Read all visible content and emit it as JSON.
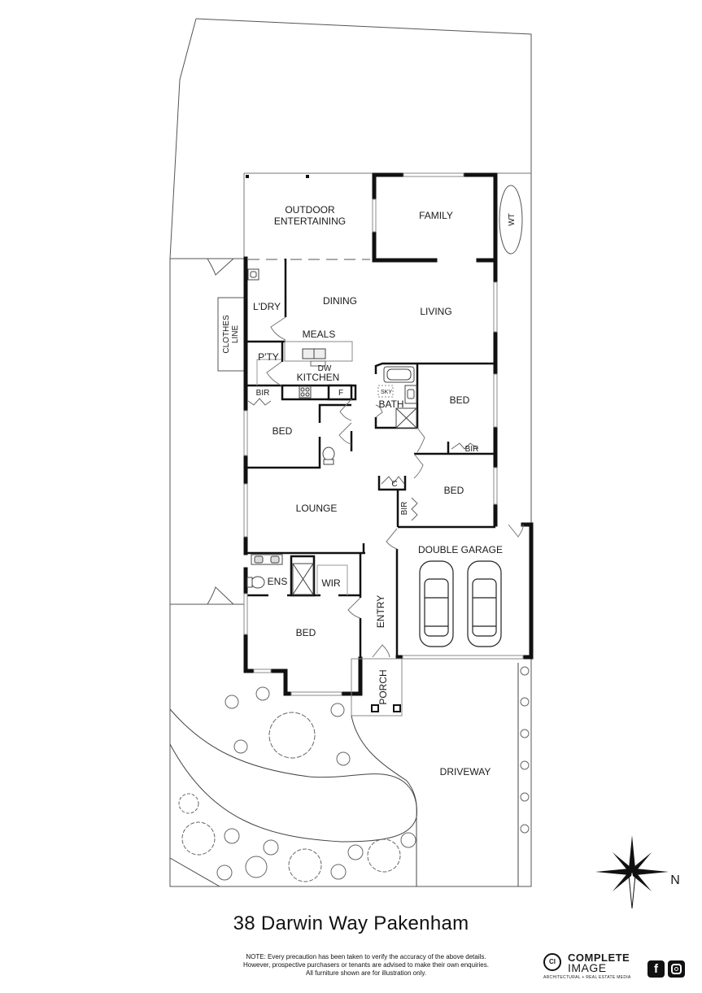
{
  "property": {
    "address": "38 Darwin Way Pakenham"
  },
  "rooms": {
    "outdoor_entertaining_1": "OUTDOOR",
    "outdoor_entertaining_2": "ENTERTAINING",
    "family": "FAMILY",
    "water_tank": "WT",
    "laundry": "L'DRY",
    "dining": "DINING",
    "living": "LIVING",
    "meals": "MEALS",
    "clothes_line_1": "CLOTHES",
    "clothes_line_2": "LINE",
    "pantry": "P'TY",
    "dishwasher": "DW",
    "kitchen": "KITCHEN",
    "bir_kitchen": "BIR",
    "fridge": "F",
    "skylight": "SKY",
    "bath": "BATH",
    "bed_2": "BED",
    "bir_bed_2": "BIR",
    "bed_3": "BED",
    "bed_4": "BED",
    "cupboard": "C",
    "bir_bed_4": "BIR",
    "lounge": "LOUNGE",
    "double_garage": "DOUBLE GARAGE",
    "ensuite": "ENS",
    "wir": "WIR",
    "master_bed": "BED",
    "entry": "ENTRY",
    "porch": "PORCH",
    "driveway": "DRIVEWAY"
  },
  "compass": {
    "north_label": "N"
  },
  "footer": {
    "note_line1": "NOTE: Every precaution has been taken to verify the accuracy of the above details.",
    "note_line2": "However, prospective purchasers or tenants are advised to make their own enquiries.",
    "note_line3": "All furniture shown are for illustration only.",
    "brand_line1": "COMPLETE",
    "brand_line2": "IMAGE",
    "brand_tagline": "ARCHITECTURAL + REAL ESTATE MEDIA",
    "brand_mark": "CI",
    "facebook_icon": "f"
  }
}
